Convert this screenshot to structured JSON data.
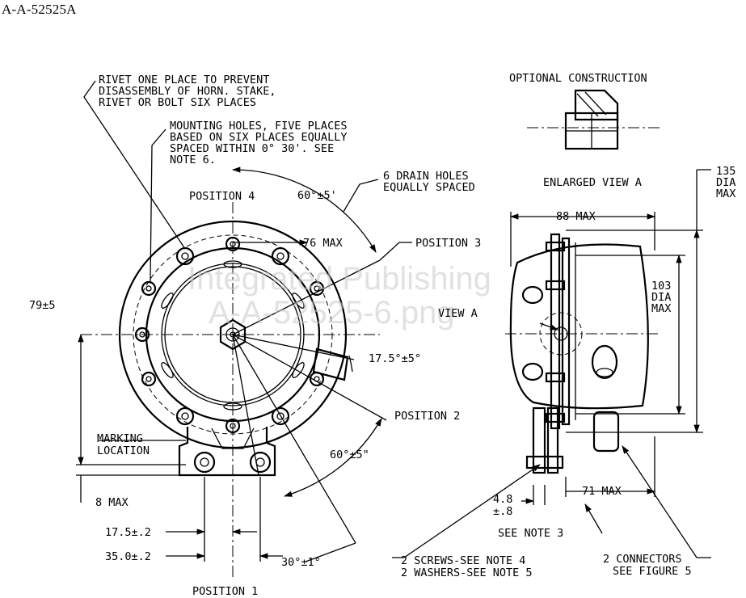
{
  "header": {
    "document_id": "A-A-52525A"
  },
  "watermark": {
    "line1": "Integrated Publishing",
    "line2": "A-A-52525-6.png"
  },
  "front_view": {
    "rivet_note_1": "RIVET ONE PLACE TO PREVENT",
    "rivet_note_2": "DISASSEMBLY OF HORN.  STAKE,",
    "rivet_note_3": "RIVET OR BOLT SIX PLACES",
    "mounting_note_1": "MOUNTING HOLES, FIVE PLACES",
    "mounting_note_2": "BASED ON SIX PLACES EQUALLY",
    "mounting_note_3": "SPACED WITHIN 0° 30'.  SEE",
    "mounting_note_4": "NOTE 6.",
    "drain_note_1": "6 DRAIN HOLES",
    "drain_note_2": "EQUALLY SPACED",
    "position_4": "POSITION 4",
    "position_3": "POSITION 3",
    "position_2": "POSITION 2",
    "position_1": "POSITION 1",
    "angle_top": "60°±5'",
    "angle_right": "17.5°±5°",
    "angle_bottom": "60°±5\"",
    "angle_lower": "30°±1°",
    "dim_76": "76 MAX",
    "dim_79": "79±5",
    "dim_8": "8 MAX",
    "dim_17": "17.5±.2",
    "dim_35": "35.0±.2",
    "marking_1": "MARKING",
    "marking_2": "LOCATION"
  },
  "side_view": {
    "optional_construction": "OPTIONAL CONSTRUCTION",
    "enlarged_view": "ENLARGED VIEW A",
    "dim_135_1": "135",
    "dim_135_2": "DIA",
    "dim_135_3": "MAX",
    "dim_88": "88 MAX",
    "dim_103_1": "103",
    "dim_103_2": "DIA",
    "dim_103_3": "MAX",
    "view_a": "VIEW A",
    "dim_71": "71 MAX",
    "dim_48_1": "4.8",
    "dim_48_2": "±.8",
    "see_note_3": "SEE NOTE 3",
    "screws_note_1": "2 SCREWS-SEE NOTE 4",
    "screws_note_2": "2 WASHERS-SEE NOTE 5",
    "connectors_note_1": "2 CONNECTORS",
    "connectors_note_2": "SEE FIGURE 5"
  }
}
